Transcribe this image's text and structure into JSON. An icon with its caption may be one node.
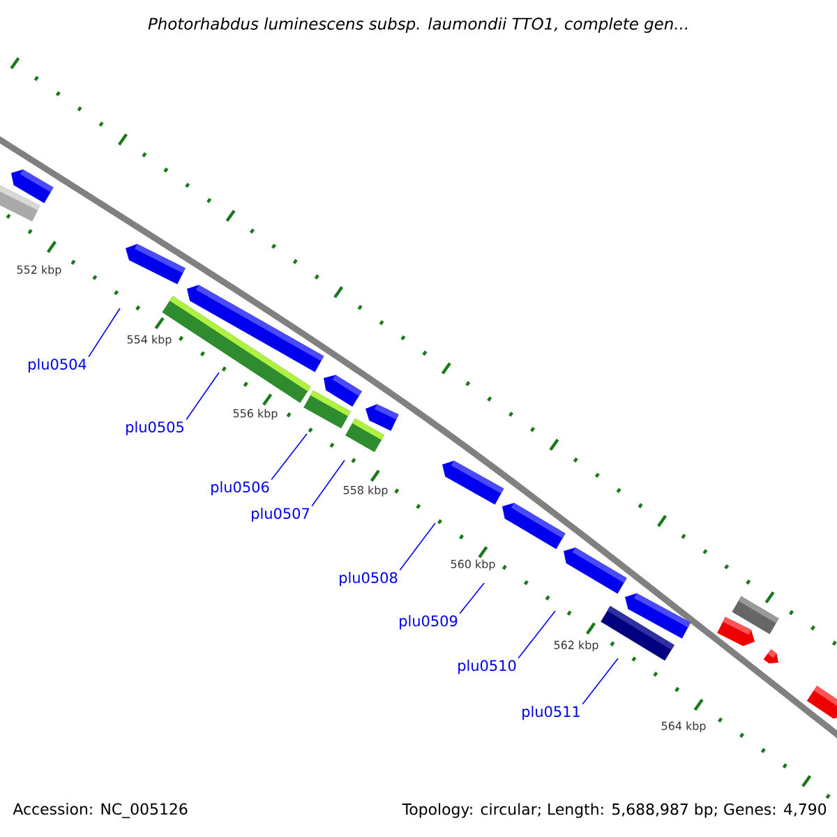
{
  "diagram": {
    "title": "Photorhabdus luminescens subsp. laumondii TTO1, complete gen...",
    "nodes": [
      {
        "text": [
          "plu0504"
        ]
      },
      {
        "text": [
          "plu0505"
        ]
      },
      {
        "text": [
          "plu0506"
        ]
      },
      {
        "text": [
          "plu0507"
        ]
      },
      {
        "text": [
          "plu0508"
        ]
      },
      {
        "text": [
          "plu0509"
        ]
      },
      {
        "text": [
          "plu0510"
        ]
      },
      {
        "text": [
          "plu0511"
        ]
      }
    ],
    "edges": [
      {
        "from": 0,
        "to": null,
        "arrow": "none"
      },
      {
        "from": 1,
        "to": null,
        "arrow": "none"
      },
      {
        "from": 2,
        "to": null,
        "arrow": "none"
      },
      {
        "from": 3,
        "to": null,
        "arrow": "none"
      },
      {
        "from": 4,
        "to": null,
        "arrow": "none"
      },
      {
        "from": 5,
        "to": null,
        "arrow": "none"
      },
      {
        "from": 6,
        "to": null,
        "arrow": "none"
      },
      {
        "from": 7,
        "to": null,
        "arrow": "none"
      }
    ],
    "labels": [
      "552 kbp",
      "554 kbp",
      "556 kbp",
      "558 kbp",
      "560 kbp",
      "562 kbp",
      "564 kbp",
      "Accession: NC_005126",
      "Topology: circular; Length: 5,688,987 bp; Genes: 4,790"
    ]
  }
}
